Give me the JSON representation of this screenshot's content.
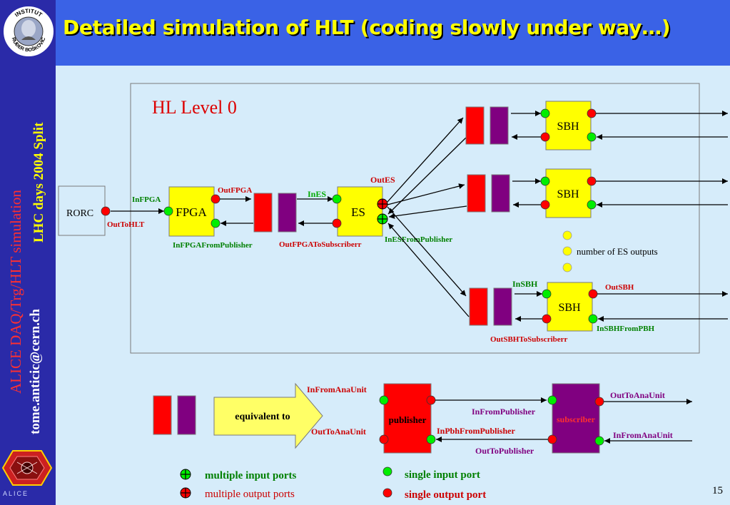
{
  "title": "Detailed simulation of HLT (coding slowly under way…)",
  "sidebar": {
    "institute": "INSTITUT RUĐER BOŠKOVIĆ",
    "line1": "ALICE DAQ/Trg/HLT simulation",
    "line2": "tome.anticic@cern.ch",
    "line3": "LHC days 2004 Split",
    "alice_logo": "ALICE"
  },
  "diagram": {
    "level_title": "HL Level 0",
    "boxes": {
      "rorc": "RORC",
      "fpga": "FPGA",
      "es": "ES",
      "sbh1": "SBH",
      "sbh2": "SBH",
      "sbh3": "SBH"
    },
    "labels": {
      "in_fpga": "InFPGA",
      "out_to_hlt": "OutToHLT",
      "out_fpga": "OutFPGA",
      "in_fpga_from_publisher": "InFPGAFromPublisher",
      "in_es": "InES",
      "out_fpga_to_subscriber": "OutFPGAToSubscriberr",
      "out_es": "OutES",
      "in_es_from_publisher": "InESFromPublisher",
      "number_of_es_outputs": "number of ES outputs",
      "in_sbh": "InSBH",
      "out_sbh": "OutSBH",
      "in_sbh_from_pbh": "InSBHFromPBH",
      "out_sbh_to_subscriber": "OutSBHToSubscriberr"
    }
  },
  "legend": {
    "equivalent_to": "equivalent to",
    "publisher": "publisher",
    "subscriber": "subscriber",
    "in_from_ana_unit_left": "InFromAnaUnit",
    "out_to_ana_unit_left": "OutToAnaUnit",
    "in_from_publisher": "InFromPublisher",
    "in_pbh_from_publisher": "InPbhFromPublisher",
    "out_to_publisher": "OutToPublisher",
    "out_to_ana_unit_right": "OutToAnaUnit",
    "in_from_ana_unit_right": "InFromAnaUnit",
    "multiple_input_ports": "multiple input ports",
    "multiple_output_ports": "multiple output ports",
    "single_input_port": "single input port",
    "single_output_port": "single output port"
  },
  "page_number": "15",
  "colors": {
    "background": "#d6ecfa",
    "header": "#3a62e6",
    "sidebar": "#2a2aa8",
    "title": "#ffff00",
    "box_yellow": "#ffff00",
    "red": "#ff0000",
    "purple": "#800080",
    "green_port": "#00ee00",
    "red_port": "#ff0000",
    "label_green": "#008000",
    "label_red": "#cc0000",
    "label_purple": "#800080"
  }
}
